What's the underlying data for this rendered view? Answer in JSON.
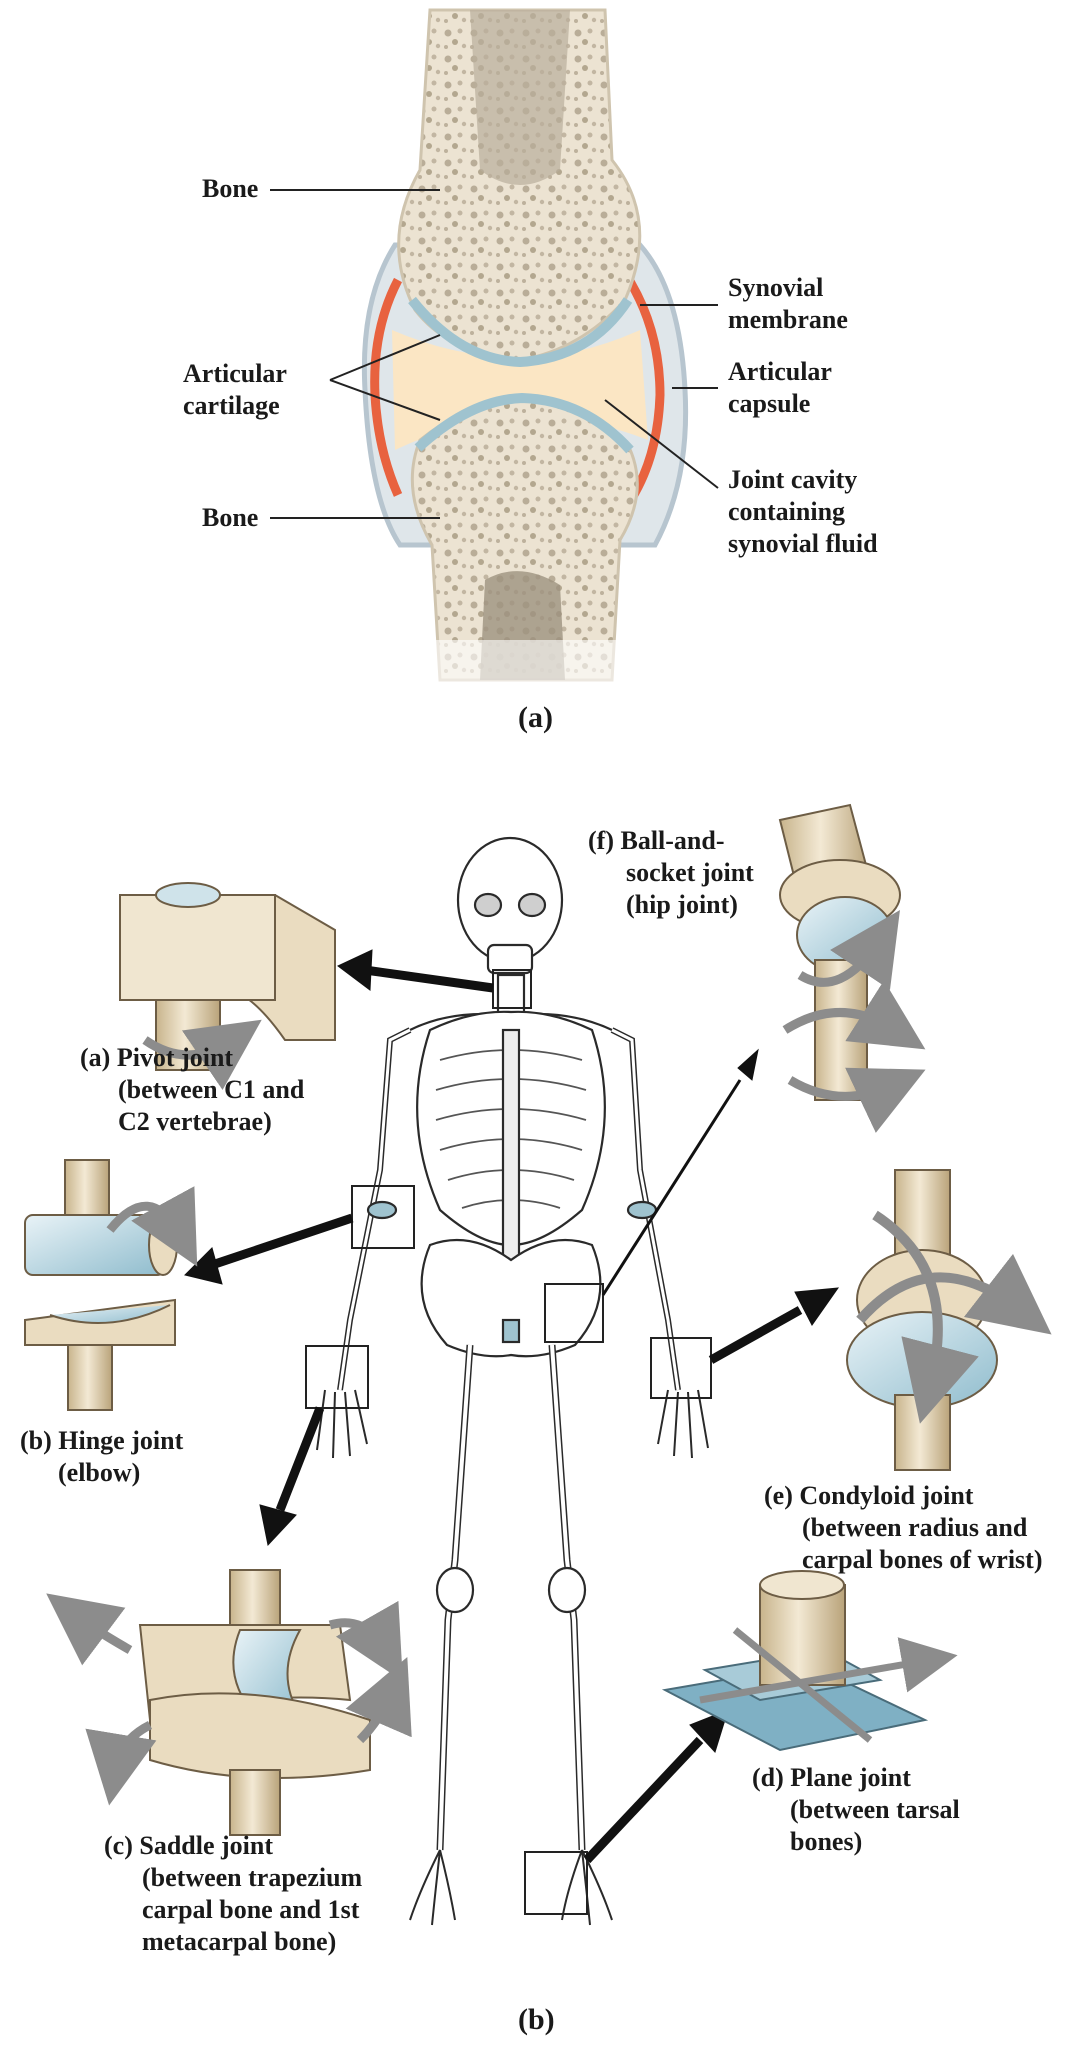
{
  "panel_a": {
    "caption": "(a)",
    "labels": {
      "bone_top": "Bone",
      "bone_bottom": "Bone",
      "articular_cartilage": [
        "Articular",
        "cartilage"
      ],
      "synovial_membrane": [
        "Synovial",
        "membrane"
      ],
      "articular_capsule": [
        "Articular",
        "capsule"
      ],
      "joint_cavity": [
        "Joint cavity",
        "containing",
        "synovial fluid"
      ]
    }
  },
  "panel_b": {
    "caption": "(b)",
    "joints": {
      "pivot": [
        "(a) Pivot joint",
        "(between C1 and",
        "C2 vertebrae)"
      ],
      "hinge": [
        "(b) Hinge joint",
        "(elbow)"
      ],
      "saddle": [
        "(c) Saddle joint",
        "(between trapezium",
        "carpal bone and 1st",
        "metacarpal bone)"
      ],
      "plane": [
        "(d) Plane joint",
        "(between tarsal",
        "bones)"
      ],
      "condyloid": [
        "(e) Condyloid joint",
        "(between radius and",
        "carpal bones of wrist)"
      ],
      "ball_socket": [
        "(f)  Ball-and-",
        "socket joint",
        "(hip joint)"
      ]
    }
  },
  "colors": {
    "bone": "#e9dfcc",
    "bone_dark": "#b8aa92",
    "cartilage": "#9fc3cf",
    "membrane": "#e8623f",
    "fluid": "#fbe6c4",
    "capsule": "#c9d5dd",
    "model": "#eadcc0",
    "model_shade": "#c9b48d",
    "arrow": "#111111",
    "rot_arrow": "#8c8c8c"
  }
}
